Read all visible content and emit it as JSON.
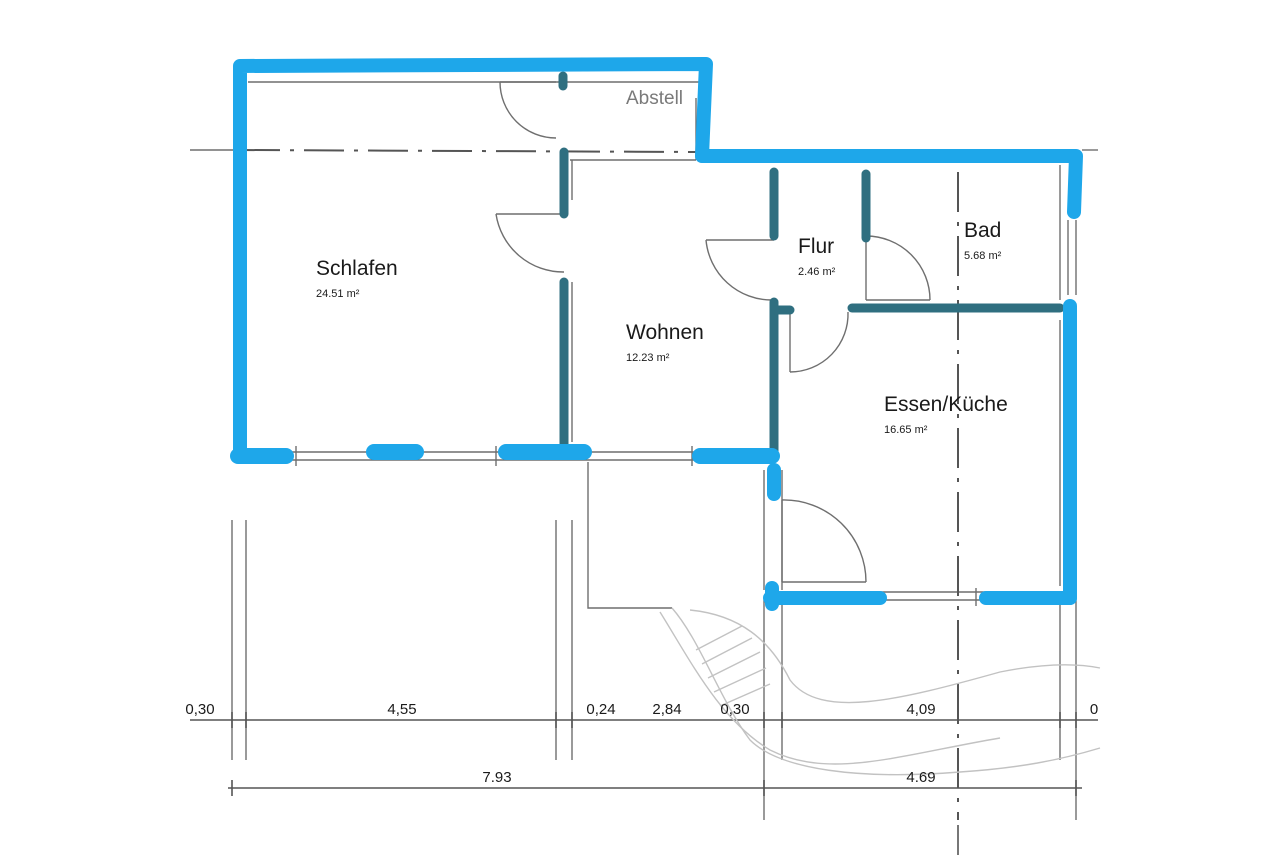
{
  "rooms": {
    "abstell": {
      "name": "Abstell"
    },
    "schlafen": {
      "name": "Schlafen",
      "area": "24.51 m²"
    },
    "wohnen": {
      "name": "Wohnen",
      "area": "12.23 m²"
    },
    "flur": {
      "name": "Flur",
      "area": "2.46 m²"
    },
    "bad": {
      "name": "Bad",
      "area": "5.68 m²"
    },
    "kueche": {
      "name": "Essen/Küche",
      "area": "16.65 m²"
    }
  },
  "dimensions": {
    "row1": [
      "0,30",
      "4,55",
      "0,24",
      "2,84",
      "0,30",
      "4,09",
      "0"
    ],
    "row2": [
      "7.93",
      "4.69"
    ]
  },
  "colors": {
    "exterior_wall": "#1ea7ea",
    "interior_wall": "#2f6f80",
    "linework": "#6f6f6f"
  }
}
